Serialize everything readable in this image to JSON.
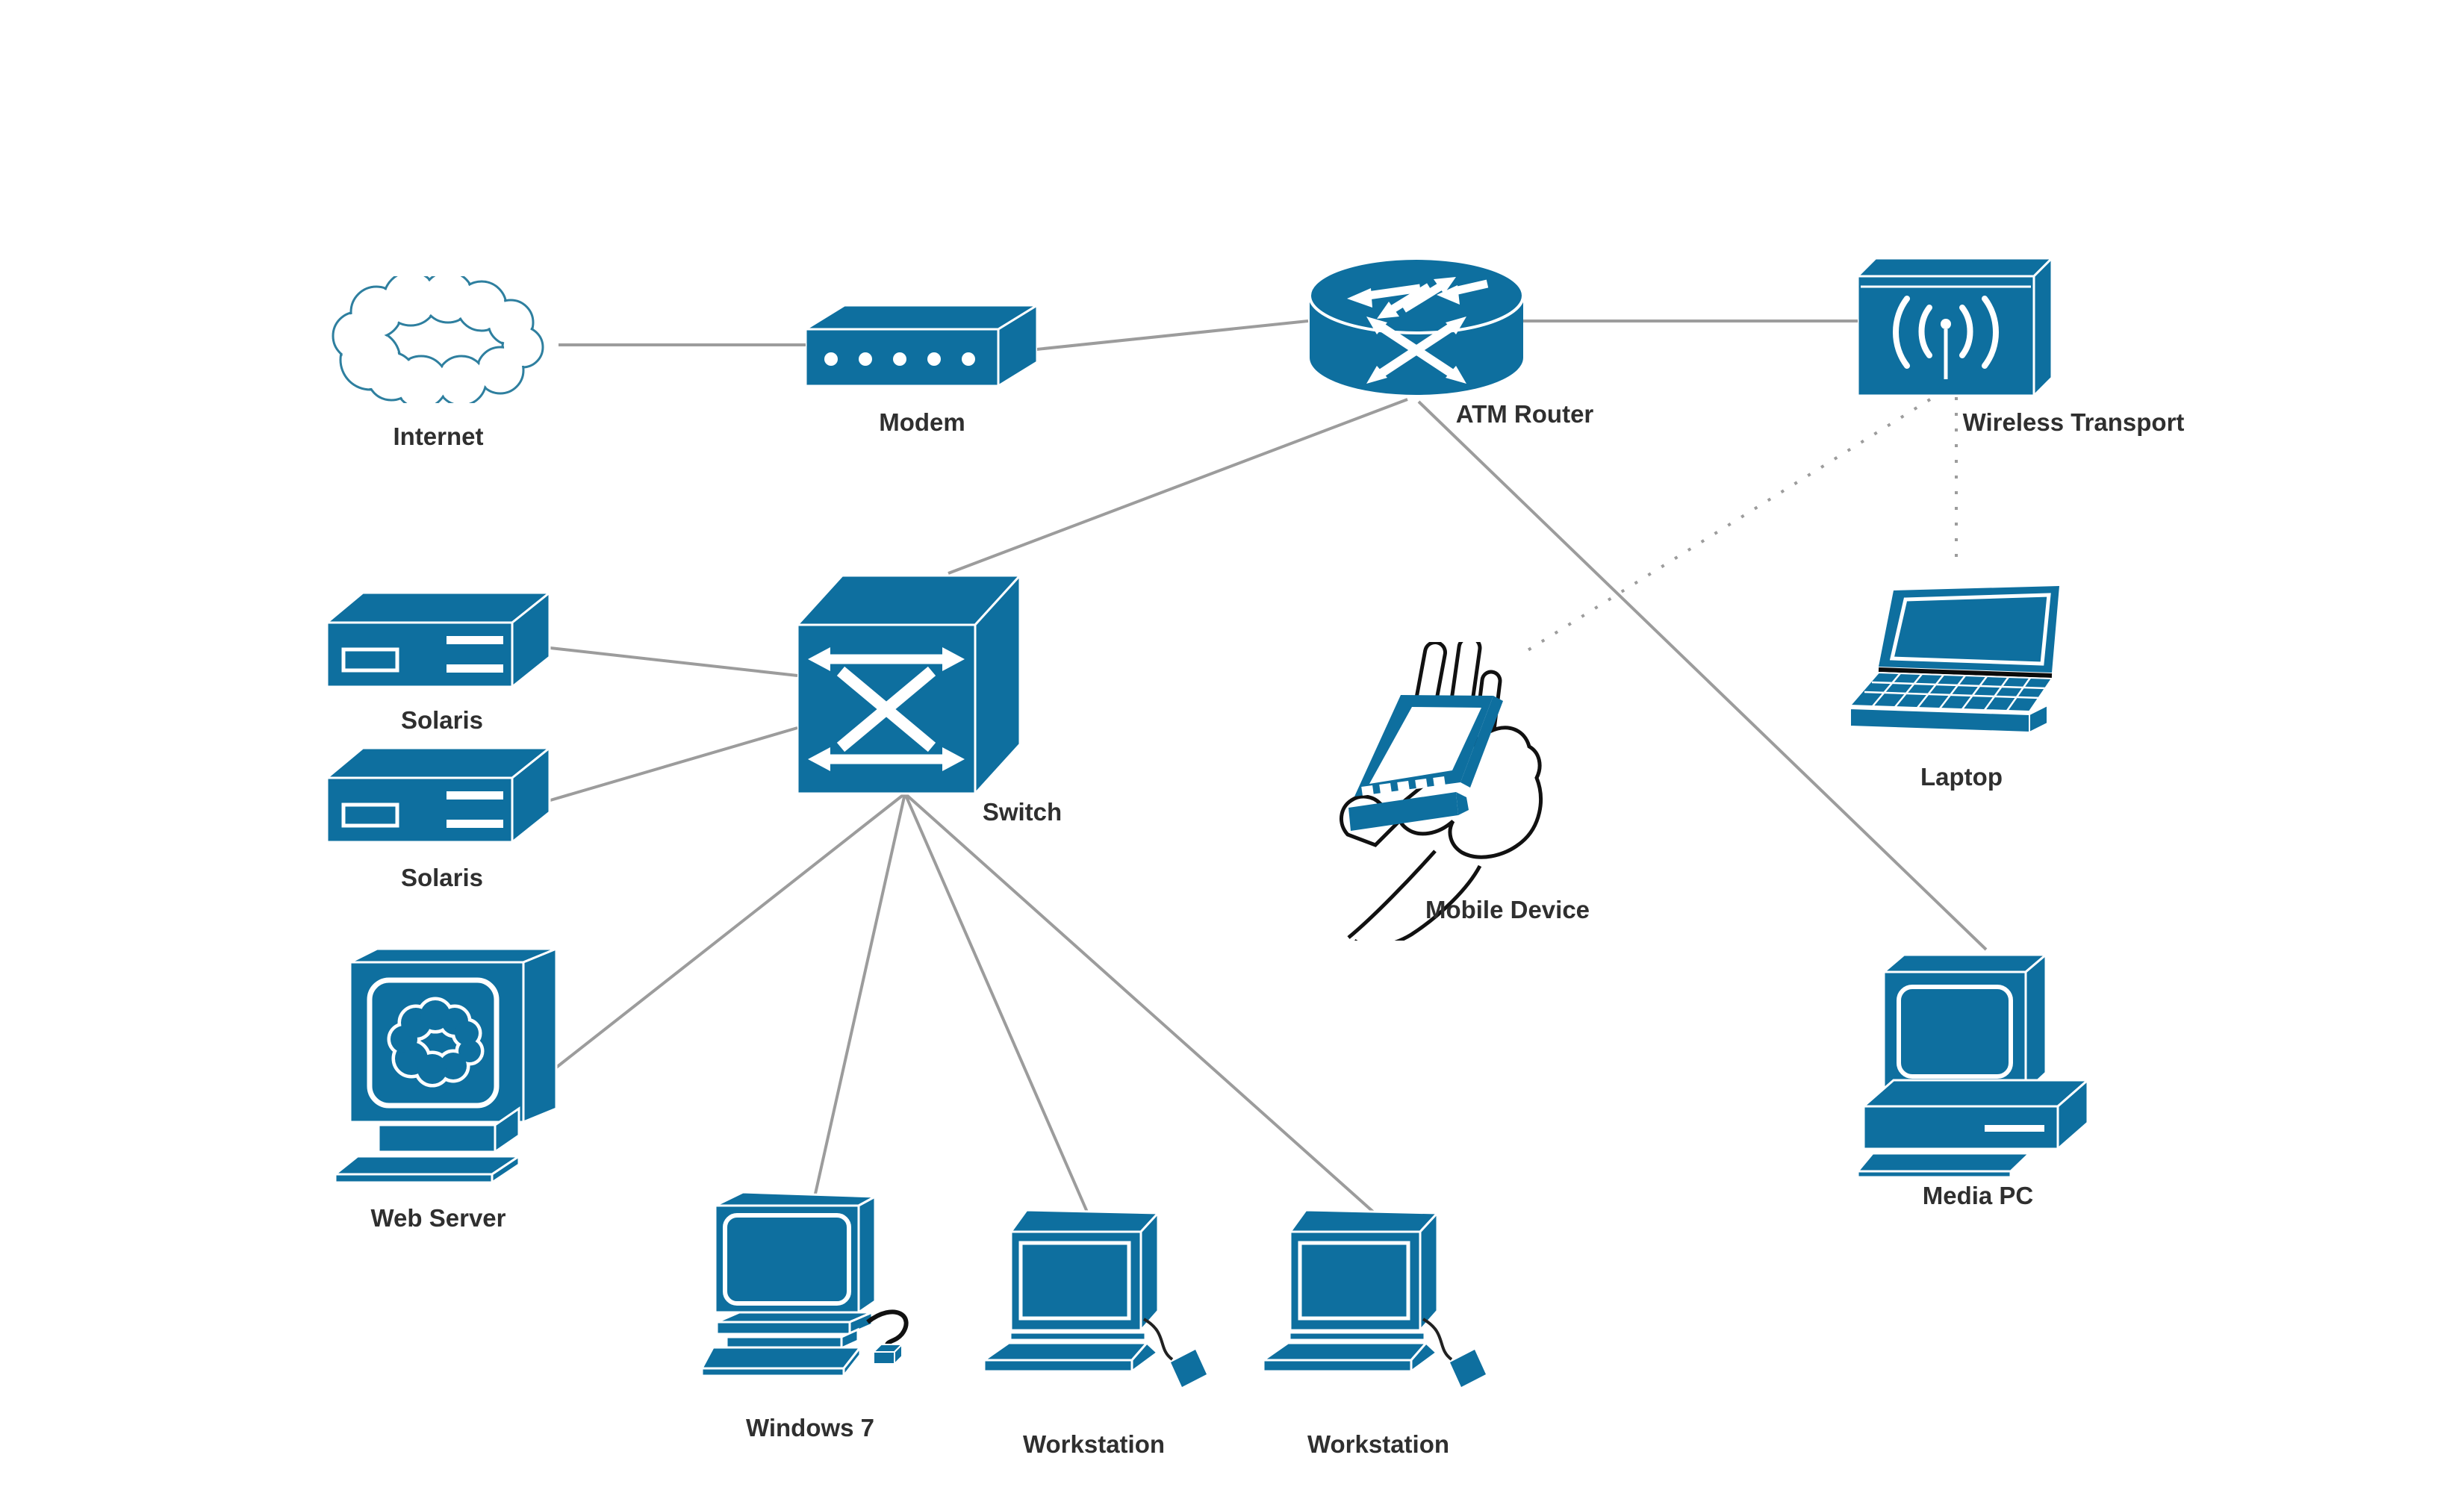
{
  "diagram": {
    "type": "network-topology",
    "nodes": {
      "internet": {
        "label": "Internet",
        "icon": "cloud-icon"
      },
      "modem": {
        "label": "Modem",
        "icon": "modem-icon"
      },
      "atm_router": {
        "label": "ATM Router",
        "icon": "router-icon"
      },
      "wireless_transport": {
        "label": "Wireless Transport",
        "icon": "wireless-transport-icon"
      },
      "solaris_1": {
        "label": "Solaris",
        "icon": "server-icon"
      },
      "solaris_2": {
        "label": "Solaris",
        "icon": "server-icon"
      },
      "switch": {
        "label": "Switch",
        "icon": "switch-icon"
      },
      "laptop": {
        "label": "Laptop",
        "icon": "laptop-icon"
      },
      "mobile_device": {
        "label": "Mobile Device",
        "icon": "mobile-device-icon"
      },
      "web_server": {
        "label": "Web Server",
        "icon": "web-server-icon"
      },
      "media_pc": {
        "label": "Media PC",
        "icon": "media-pc-icon"
      },
      "windows7": {
        "label": "Windows 7",
        "icon": "desktop-pc-icon"
      },
      "workstation_1": {
        "label": "Workstation",
        "icon": "workstation-icon"
      },
      "workstation_2": {
        "label": "Workstation",
        "icon": "workstation-icon"
      }
    },
    "connections": [
      {
        "from": "internet",
        "to": "modem",
        "style": "solid"
      },
      {
        "from": "modem",
        "to": "atm_router",
        "style": "solid"
      },
      {
        "from": "atm_router",
        "to": "wireless_transport",
        "style": "solid"
      },
      {
        "from": "atm_router",
        "to": "switch",
        "style": "solid"
      },
      {
        "from": "atm_router",
        "to": "media_pc",
        "style": "solid"
      },
      {
        "from": "wireless_transport",
        "to": "laptop",
        "style": "dotted"
      },
      {
        "from": "wireless_transport",
        "to": "mobile_device",
        "style": "dotted"
      },
      {
        "from": "solaris_1",
        "to": "switch",
        "style": "solid"
      },
      {
        "from": "solaris_2",
        "to": "switch",
        "style": "solid"
      },
      {
        "from": "switch",
        "to": "web_server",
        "style": "solid"
      },
      {
        "from": "switch",
        "to": "windows7",
        "style": "solid"
      },
      {
        "from": "switch",
        "to": "workstation_1",
        "style": "solid"
      },
      {
        "from": "switch",
        "to": "workstation_2",
        "style": "solid"
      }
    ],
    "colors": {
      "node_fill": "#0e6f9f",
      "cloud_outline": "#2e7f9f",
      "edge_line": "#9c9c9c",
      "label_text": "#2f2f2f",
      "hand_outline": "#111111",
      "background": "#ffffff"
    }
  }
}
